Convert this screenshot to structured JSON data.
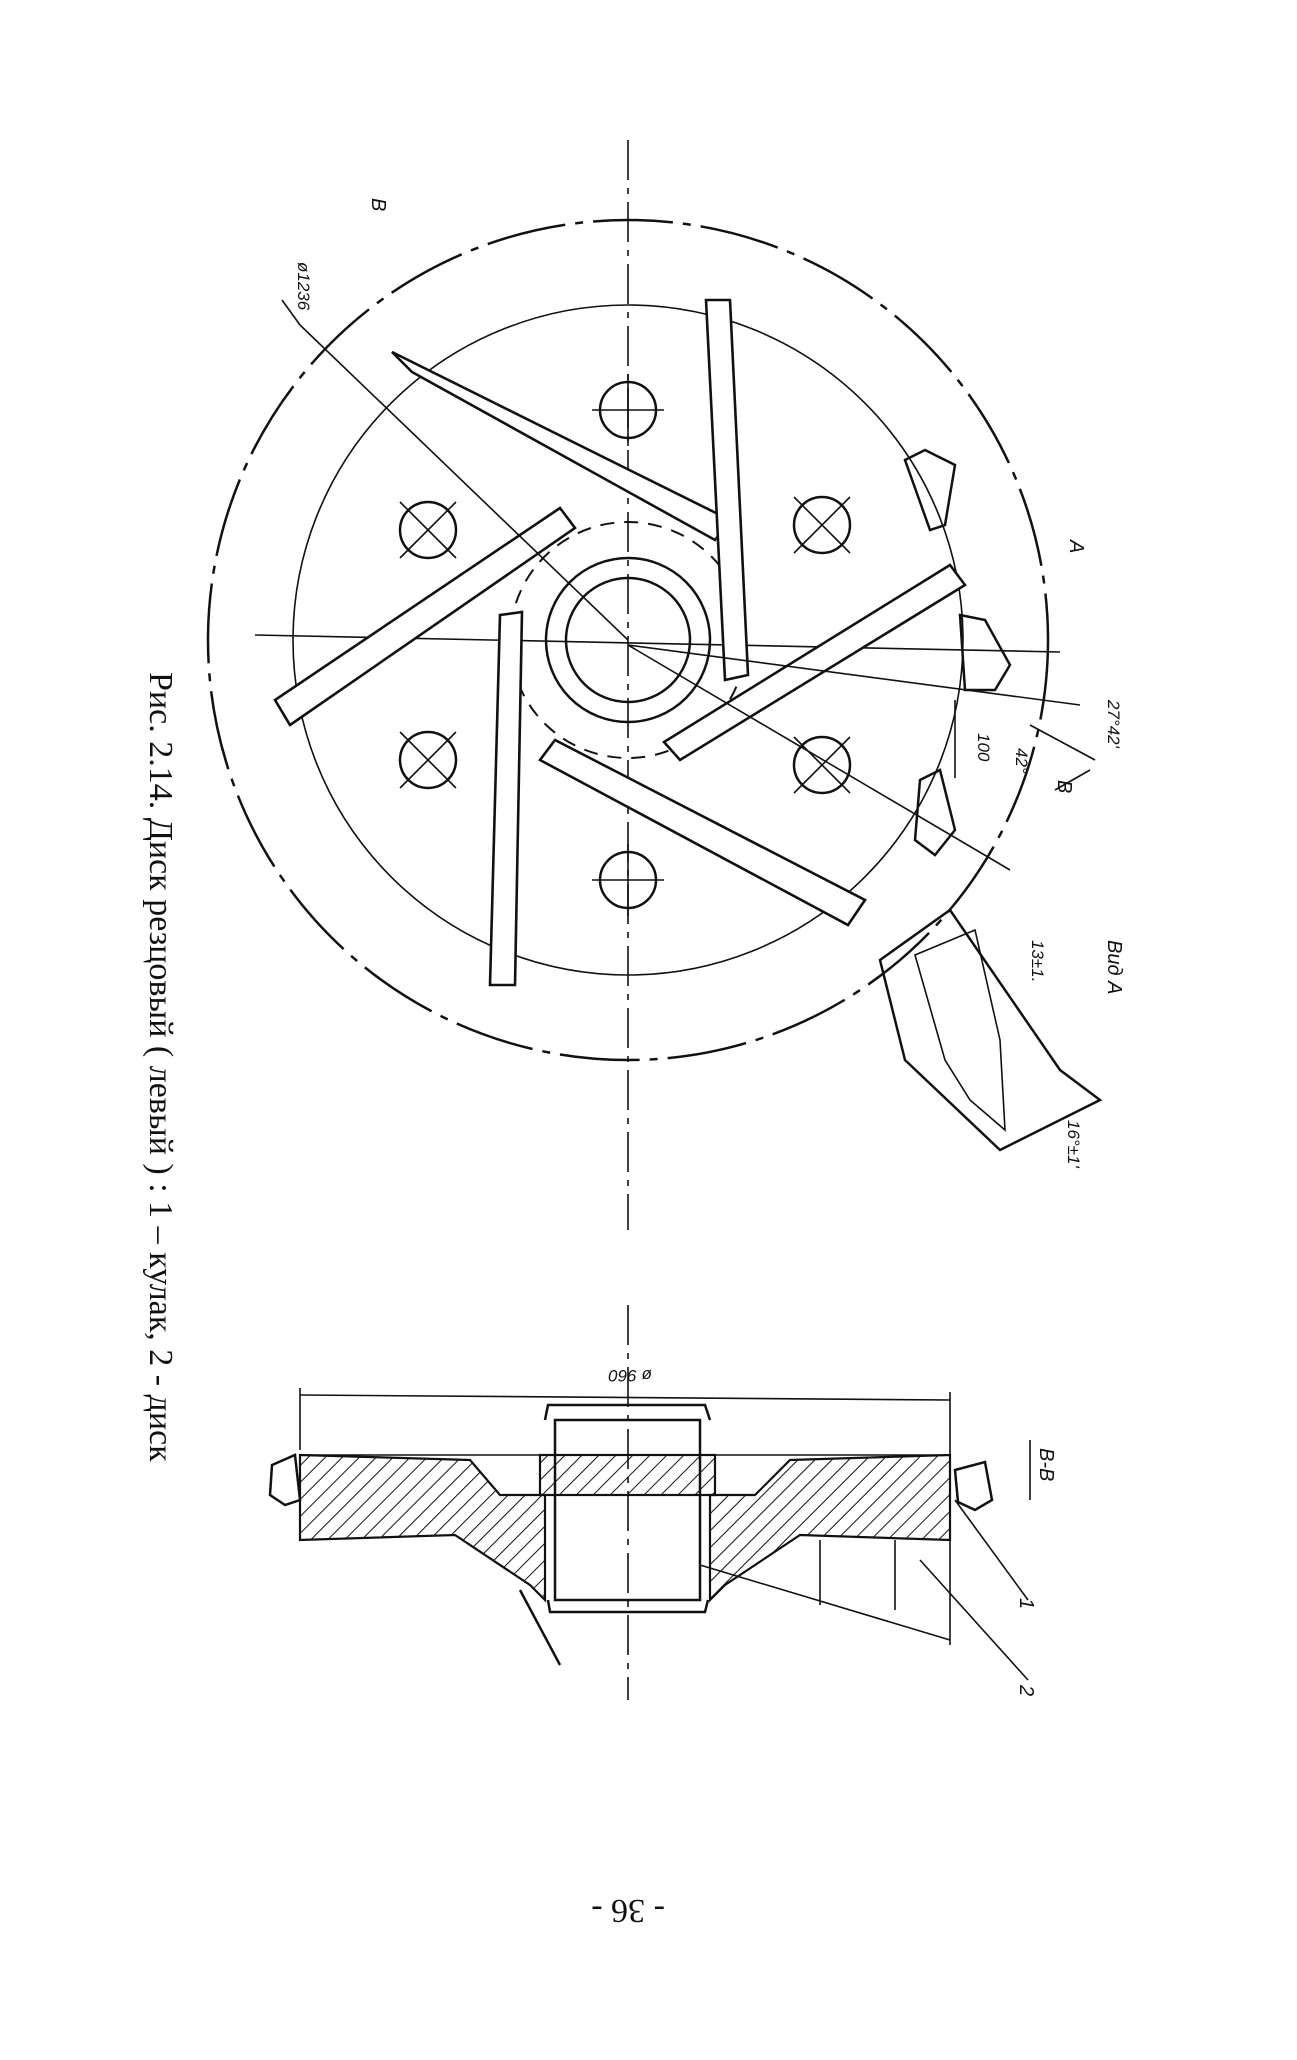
{
  "page": {
    "caption": "Рис. 2.14. Диск резцовый ( левый ) : 1 – кулак, 2 - диск",
    "page_number": "- 36 -"
  },
  "plan_view": {
    "dim_outer": "ø1236",
    "dim_angle_top": "27°42'",
    "dim_42": "42°",
    "dim_100": "100",
    "dim_13": "13±1.",
    "dim_16": "16°±1'",
    "view_a": "Вид А",
    "arrow_a": "А",
    "section_mark_top": "В",
    "section_mark_bottom": "В"
  },
  "section_view": {
    "title": "В-В",
    "dim_960": "ø 960",
    "callout_1": "1",
    "callout_2": "2"
  }
}
